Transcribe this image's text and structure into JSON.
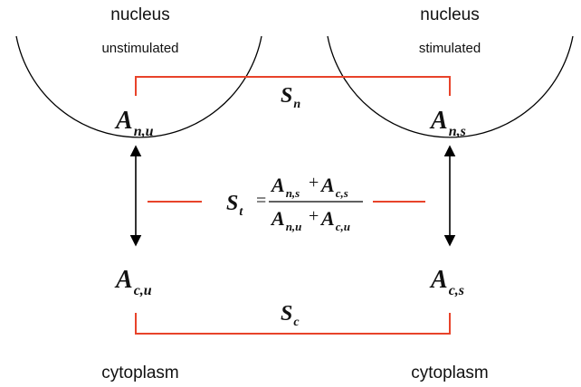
{
  "labels": {
    "nucleus_left": "nucleus",
    "nucleus_right": "nucleus",
    "unstimulated": "unstimulated",
    "stimulated": "stimulated",
    "cytoplasm_left": "cytoplasm",
    "cytoplasm_right": "cytoplasm"
  },
  "symbols": {
    "A_nu": {
      "base": "A",
      "sub": "n,u"
    },
    "A_ns": {
      "base": "A",
      "sub": "n,s"
    },
    "A_cu": {
      "base": "A",
      "sub": "c,u"
    },
    "A_cs": {
      "base": "A",
      "sub": "c,s"
    },
    "S_n": {
      "base": "S",
      "sub": "n"
    },
    "S_c": {
      "base": "S",
      "sub": "c"
    }
  },
  "formula": {
    "lhs": {
      "base": "S",
      "sub": "t"
    },
    "equals": "=",
    "plus": "+",
    "numerator": [
      {
        "base": "A",
        "sub": "n,s"
      },
      {
        "base": "A",
        "sub": "c,s"
      }
    ],
    "denominator": [
      {
        "base": "A",
        "sub": "n,u"
      },
      {
        "base": "A",
        "sub": "c,u"
      }
    ]
  },
  "colors": {
    "bracket": "#e8432a",
    "stroke": "#000000"
  }
}
